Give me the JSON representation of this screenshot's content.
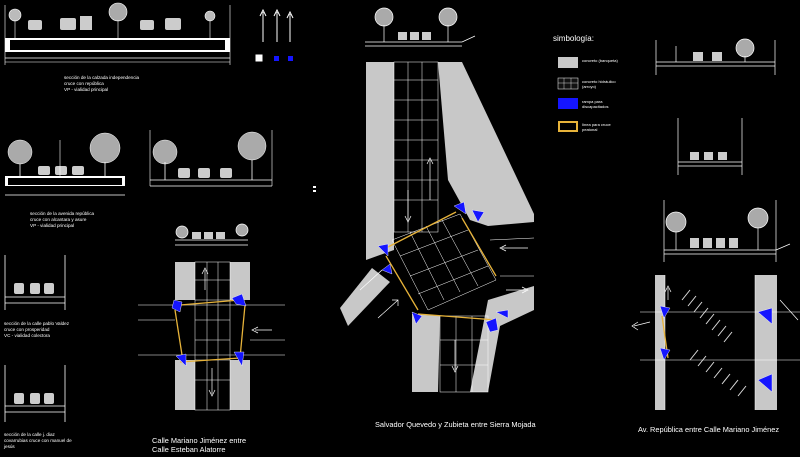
{
  "legend": {
    "title": "simbología:",
    "items": [
      {
        "label": "concreto (banqueta)",
        "color": "#c8c8c8"
      },
      {
        "label": "concreto hidráulico (arroyo)",
        "color": "#111111"
      },
      {
        "label": "rampa para discapacitados",
        "color": "#1515ff"
      },
      {
        "label": "línea para cruce peatonal",
        "color": "#e7b33a"
      }
    ]
  },
  "sections": [
    {
      "line1": "sección de la calzada independencia",
      "line2": "cruce con república",
      "line3": "VP - vialidad principal"
    },
    {
      "line1": "sección de la avenida república",
      "line2": "cruce con alcantara y asure",
      "line3": "VP - vialidad principal"
    },
    {
      "line1": "sección de la calle pablo Valdez",
      "line2": "cruce con prosperidad",
      "line3": "VC - vialidad colectora"
    },
    {
      "line1": "sección de la calle j. diaz",
      "line2": "covarrubias cruce con manuel de",
      "line3": "jesús"
    }
  ],
  "plans": {
    "left": {
      "line1": "Calle Mariano Jiménez entre",
      "line2": "Calle Esteban Alatorre"
    },
    "center": "Salvador Quevedo y Zubieta entre Sierra Mojada",
    "right": "Av. República entre Calle Mariano Jiménez"
  }
}
